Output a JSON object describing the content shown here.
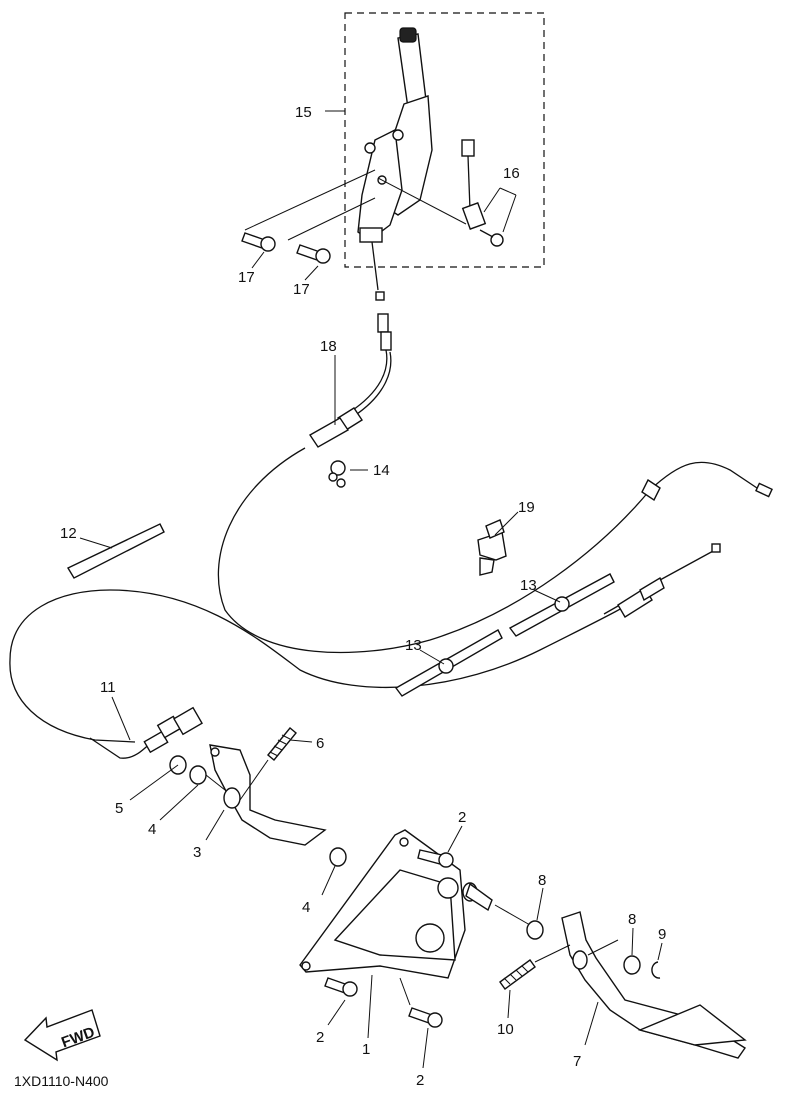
{
  "labels": {
    "p1": "1",
    "p2a": "2",
    "p2b": "2",
    "p2c": "2",
    "p3": "3",
    "p4a": "4",
    "p4b": "4",
    "p5": "5",
    "p6": "6",
    "p7": "7",
    "p8a": "8",
    "p8b": "8",
    "p9": "9",
    "p10": "10",
    "p11": "11",
    "p12": "12",
    "p13a": "13",
    "p13b": "13",
    "p14": "14",
    "p15": "15",
    "p16": "16",
    "p17a": "17",
    "p17b": "17",
    "p18": "18",
    "p19": "19"
  },
  "fwd_label": "FWD",
  "diagram_code": "1XD1110-N400"
}
